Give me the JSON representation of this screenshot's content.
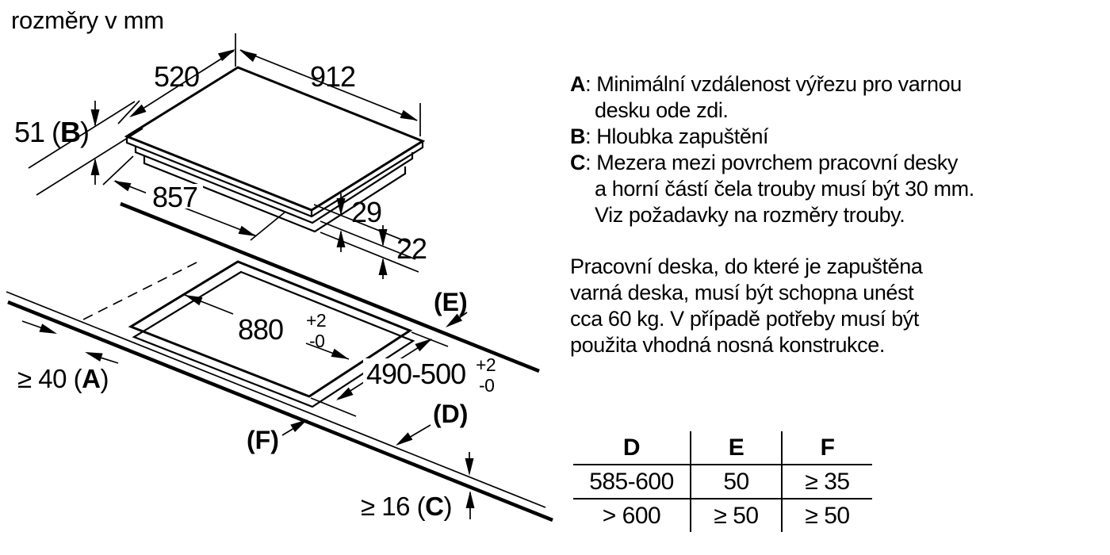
{
  "title": "rozměry v mm",
  "diagram": {
    "top_width": "520",
    "top_length": "912",
    "recess_pre": "51 (",
    "recess_letter": "B",
    "recess_post": ")",
    "base_length": "857",
    "edge_gap": "29",
    "frame_gap": "22",
    "cutout_length": "880",
    "cutout_width": "490-500",
    "tol_plus": "+2",
    "tol_minus": "-0",
    "label_e": "(E)",
    "label_d": "(D)",
    "label_f": "(F)",
    "wall_pre": "≥ 40 (",
    "wall_letter": "A",
    "wall_post": ")",
    "thickness_pre": "≥ 16 (",
    "thickness_letter": "C",
    "thickness_post": ")"
  },
  "legend": {
    "entries": [
      {
        "letter": "A",
        "line1": ": Minimální vzdálenost výřezu pro varnou",
        "line2": "desku ode zdi."
      },
      {
        "letter": "B",
        "line1": ": Hloubka zapuštění"
      },
      {
        "letter": "C",
        "line1": ": Mezera mezi povrchem pracovní desky",
        "line2": "a horní částí čela trouby musí být 30 mm.",
        "line3": "Viz požadavky na rozměry trouby."
      }
    ]
  },
  "note_lines": [
    "Pracovní deska, do které je zapuštěna",
    "varná deska, musí být schopna unést",
    "cca 60 kg. V případě potřeby musí být",
    "použita vhodná nosná konstrukce."
  ],
  "table": {
    "headers": [
      "D",
      "E",
      "F"
    ],
    "rows": [
      [
        "585-600",
        "50",
        "≥ 35"
      ],
      [
        "> 600",
        "≥ 50",
        "≥ 50"
      ]
    ]
  }
}
